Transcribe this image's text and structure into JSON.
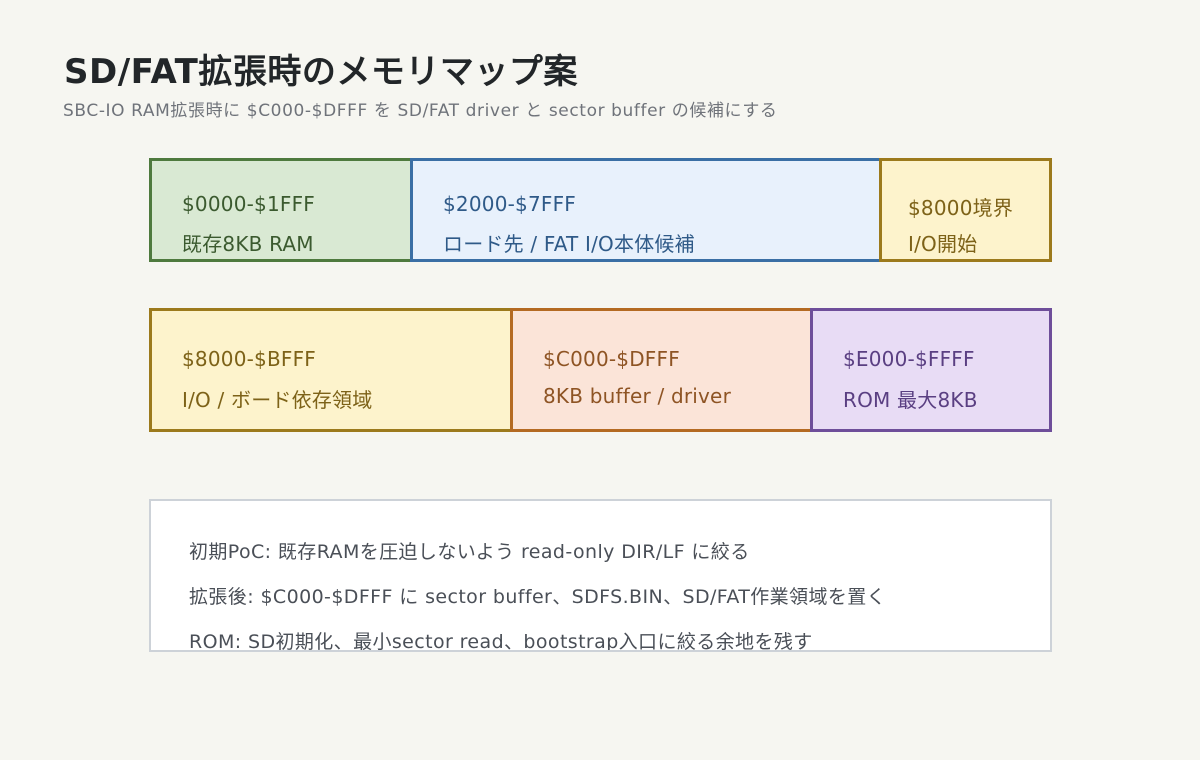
{
  "title": "SD/FAT拡張時のメモリマップ案",
  "subtitle": "SBC-IO RAM拡張時に $C000-$DFFF を SD/FAT driver と sector buffer の候補にする",
  "colors": {
    "green_fill": "#d9e9d3",
    "green_border": "#4e7a3e",
    "blue_fill": "#e8f1fc",
    "blue_border": "#3a6fa5",
    "yellow_fill": "#fdf3cc",
    "yellow_border": "#9c7a1c",
    "orange_fill": "#fbe4d8",
    "orange_border": "#b46a22",
    "purple_fill": "#e8dcf5",
    "purple_border": "#6e4e9a",
    "notes_border": "#cdd2d8"
  },
  "row1": [
    {
      "addr": "$0000-$1FFF",
      "desc": "既存8KB RAM",
      "color": "green"
    },
    {
      "addr": "$2000-$7FFF",
      "desc": "ロード先 / FAT I/O本体候補",
      "color": "blue"
    },
    {
      "addr": "$8000境界",
      "desc": "I/O開始",
      "color": "yellow"
    }
  ],
  "row2": [
    {
      "addr": "$8000-$BFFF",
      "desc": "I/O / ボード依存領域",
      "color": "yellow"
    },
    {
      "addr": "$C000-$DFFF",
      "desc": "8KB buffer / driver",
      "color": "orange"
    },
    {
      "addr": "$E000-$FFFF",
      "desc": "ROM 最大8KB",
      "color": "purple"
    }
  ],
  "notes": [
    "初期PoC: 既存RAMを圧迫しないよう read-only DIR/LF に絞る",
    "拡張後: $C000-$DFFF に sector buffer、SDFS.BIN、SD/FAT作業領域を置く",
    "ROM: SD初期化、最小sector read、bootstrap入口に絞る余地を残す"
  ]
}
